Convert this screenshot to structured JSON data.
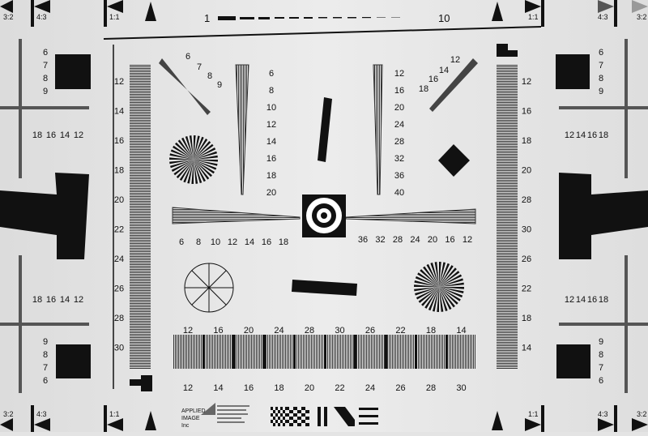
{
  "frame": {
    "top_labels": [
      "3:2",
      "4:3",
      "1:1",
      "1:1",
      "4:3",
      "3:2"
    ],
    "bottom_labels": [
      "3:2",
      "4:3",
      "1:1",
      "1:1",
      "4:3",
      "3:2"
    ],
    "scale_start": "1",
    "scale_end": "10"
  },
  "left_upper": {
    "vertical": [
      "6",
      "7",
      "8",
      "9"
    ],
    "horizontal": [
      "18",
      "16",
      "14",
      "12"
    ]
  },
  "left_lower": {
    "horizontal": [
      "18",
      "16",
      "14",
      "12"
    ],
    "vertical": [
      "9",
      "8",
      "7",
      "6"
    ]
  },
  "right_upper": {
    "vertical": [
      "6",
      "7",
      "8",
      "9"
    ],
    "horizontal": [
      "12",
      "14",
      "16",
      "18"
    ]
  },
  "right_lower": {
    "horizontal": [
      "12",
      "14",
      "16",
      "18"
    ],
    "vertical": [
      "9",
      "8",
      "7",
      "6"
    ]
  },
  "left_bar": [
    "12",
    "14",
    "16",
    "18",
    "20",
    "22",
    "24",
    "26",
    "28",
    "30"
  ],
  "right_bar": [
    "12",
    "16",
    "18",
    "20",
    "28",
    "30",
    "26",
    "22",
    "18",
    "14"
  ],
  "diag_left": [
    "6",
    "7",
    "8",
    "9"
  ],
  "diag_right": [
    "12",
    "14",
    "16",
    "18"
  ],
  "wedge_left": [
    "6",
    "8",
    "10",
    "12",
    "14",
    "16",
    "18",
    "20"
  ],
  "wedge_right": [
    "12",
    "16",
    "20",
    "24",
    "28",
    "32",
    "36",
    "40"
  ],
  "horiz_left": [
    "6",
    "8",
    "10",
    "12",
    "14",
    "16",
    "18"
  ],
  "horiz_right": [
    "36",
    "32",
    "28",
    "24",
    "20",
    "16",
    "12"
  ],
  "bottom_block_top": [
    "12",
    "16",
    "20",
    "24",
    "28",
    "30",
    "26",
    "22",
    "18",
    "14"
  ],
  "bottom_block_bottom": [
    "12",
    "14",
    "16",
    "18",
    "20",
    "22",
    "24",
    "26",
    "28",
    "30"
  ],
  "logo": {
    "line1": "APPLIED",
    "line2": "IMAGE",
    "line3": "Inc"
  }
}
